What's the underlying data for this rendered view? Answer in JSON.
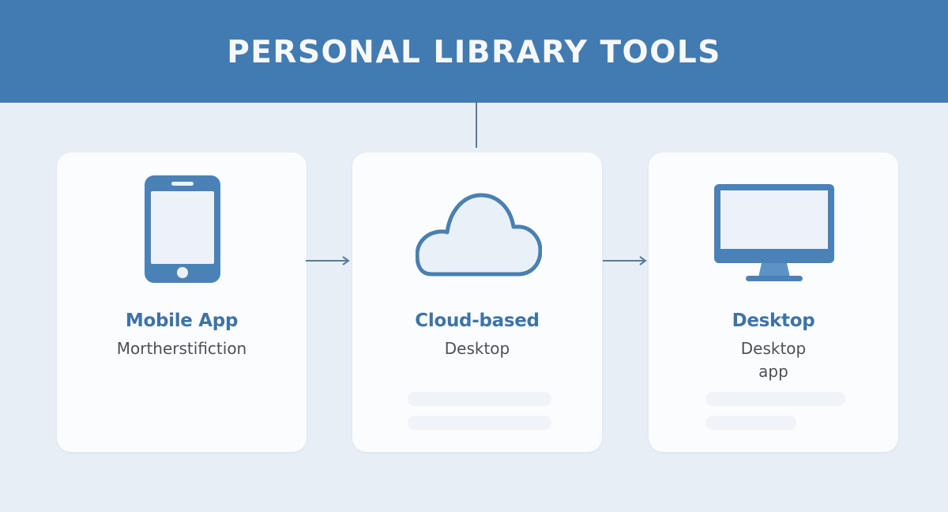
{
  "header": {
    "title": "PERSONAL LIBRARY TOOLS"
  },
  "colors": {
    "header_bg": "#427bb2",
    "page_bg": "#e8eef6",
    "card_bg": "#fbfcfe",
    "accent": "#3f73a6",
    "icon_fill": "#4a82b8",
    "icon_screen": "#edf2f8",
    "connector": "#5a7a9c",
    "subtitle_text": "#4b5058"
  },
  "cards": [
    {
      "icon": "smartphone-icon",
      "title": "Mobile App",
      "subtitle_lines": [
        "Mortherstifiction"
      ]
    },
    {
      "icon": "cloud-icon",
      "title": "Cloud-based",
      "subtitle_lines": [
        "Desktop"
      ]
    },
    {
      "icon": "desktop-monitor-icon",
      "title": "Desktop",
      "subtitle_lines": [
        "Desktop",
        "app"
      ]
    }
  ],
  "flow": {
    "arrows": [
      "mobile-to-cloud",
      "cloud-to-desktop"
    ],
    "top_connector": "header-to-cloud"
  }
}
